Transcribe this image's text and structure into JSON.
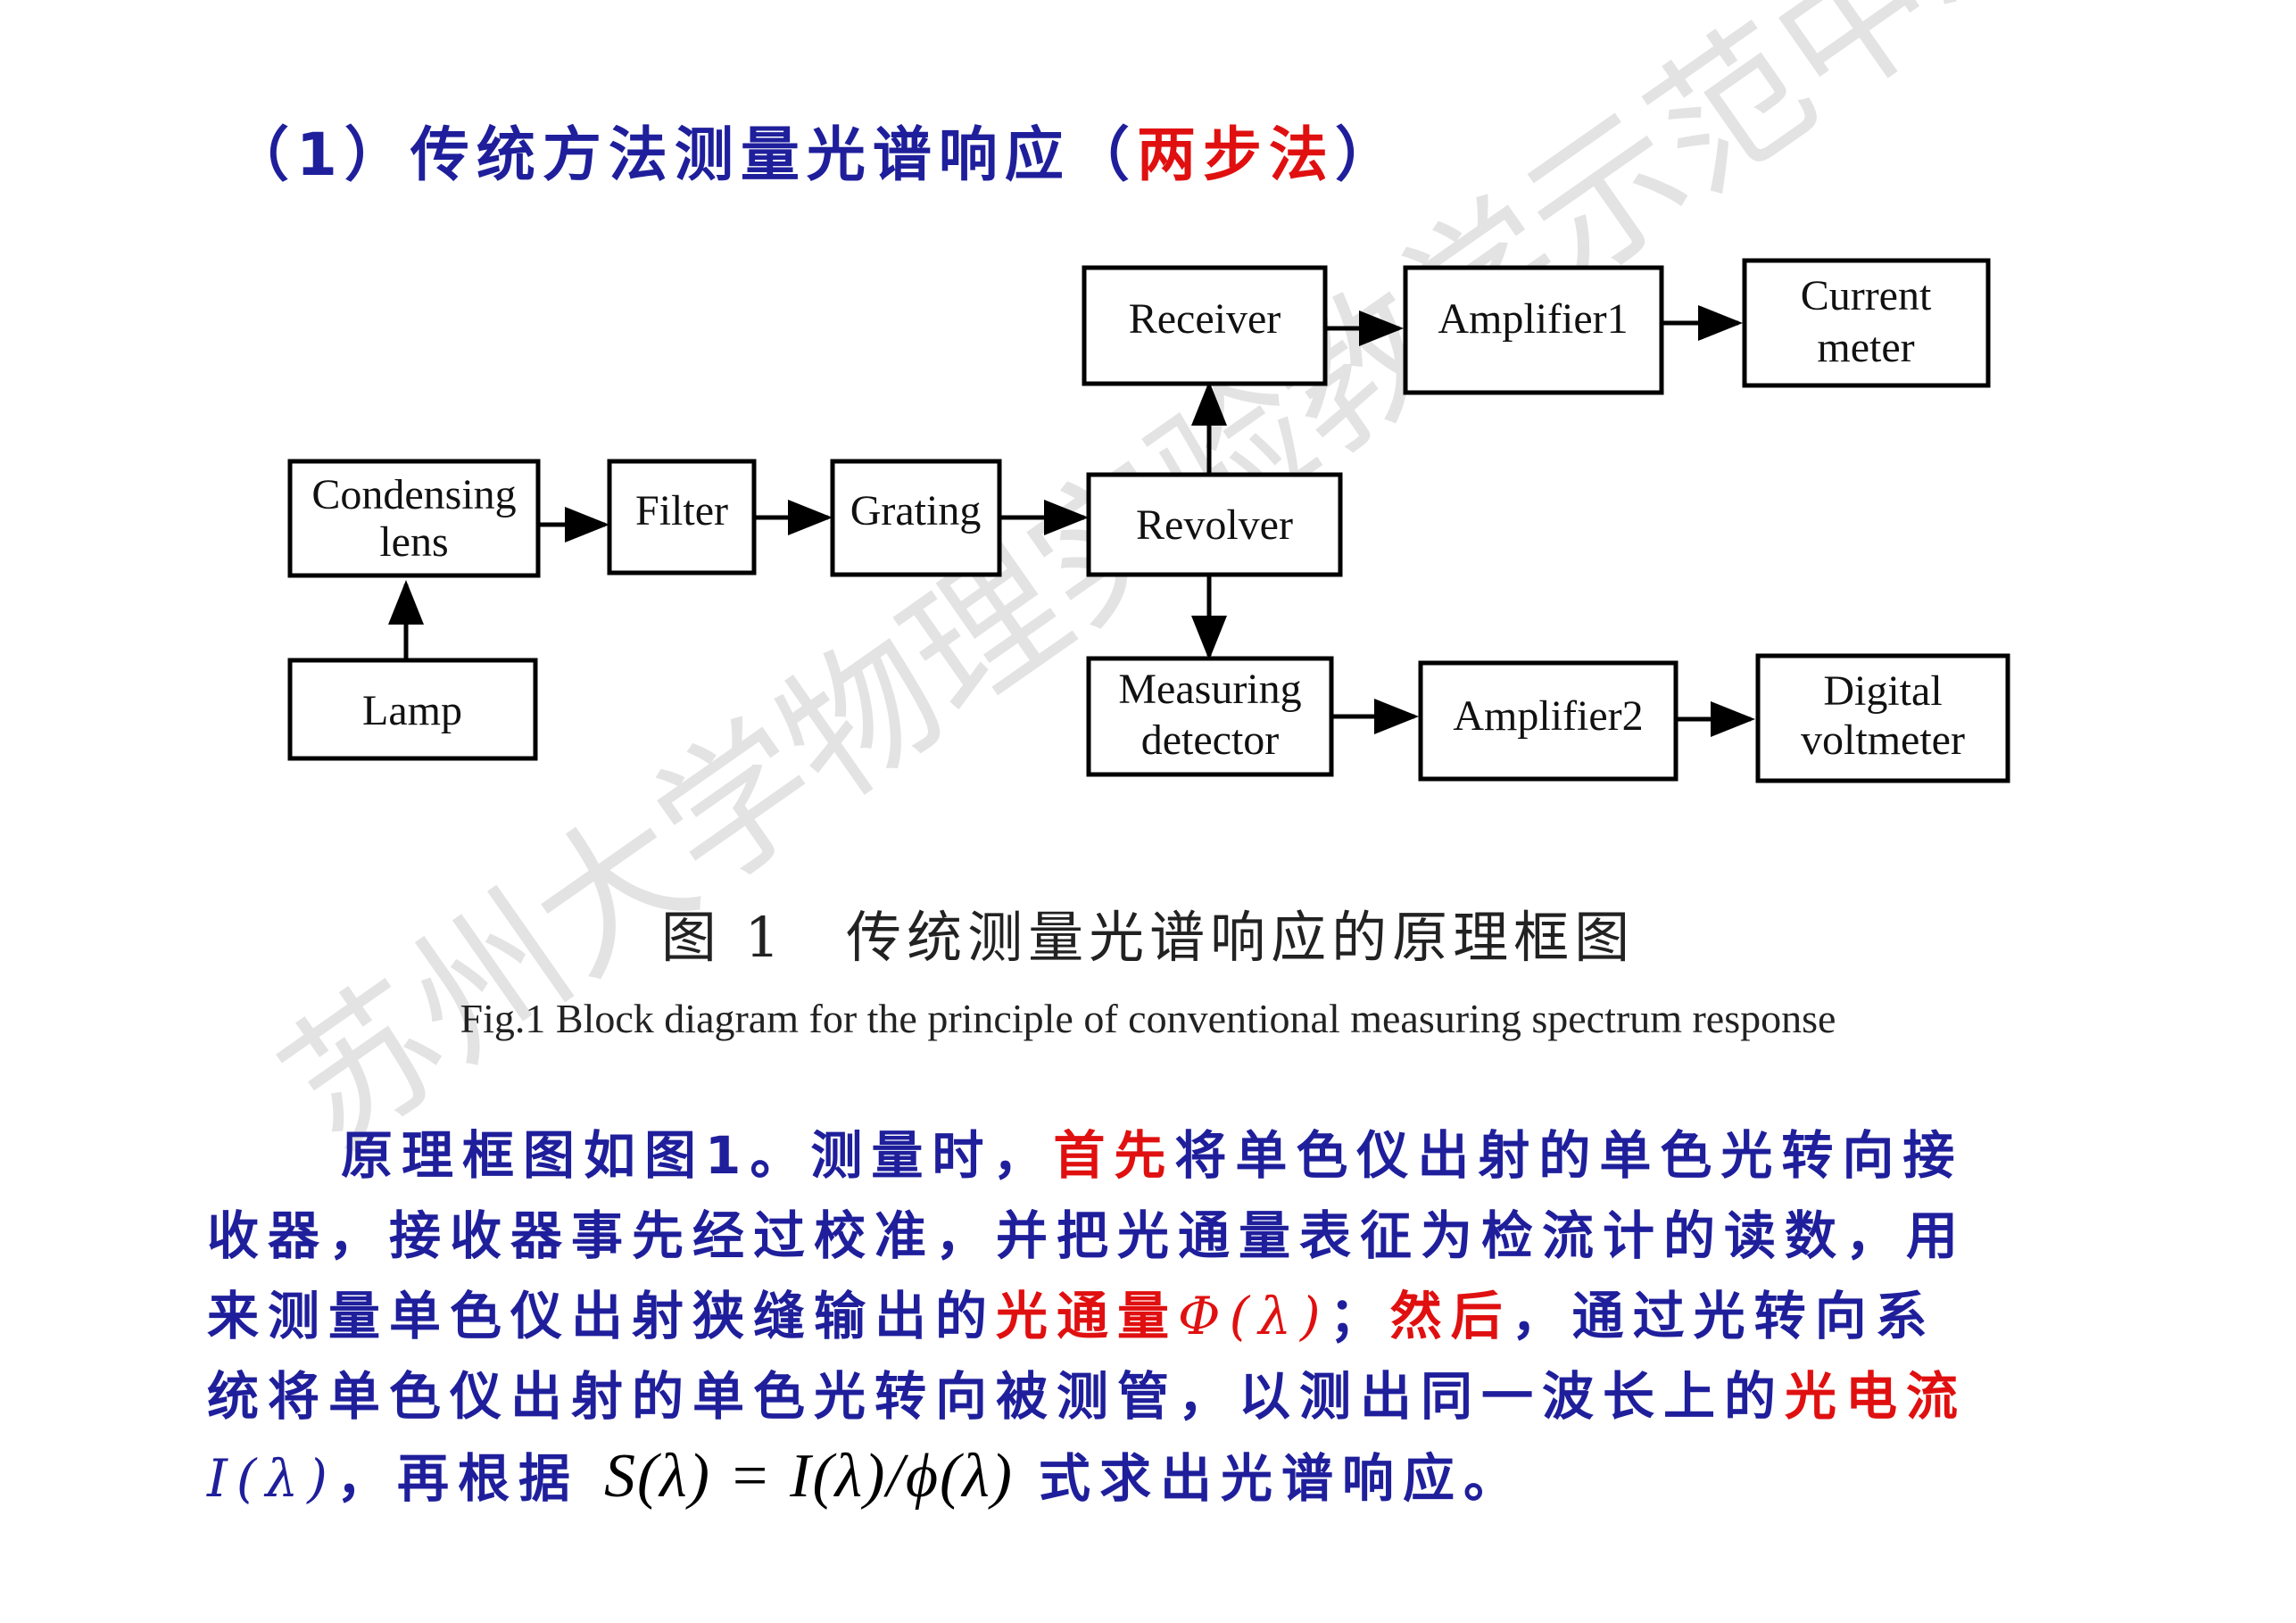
{
  "title": {
    "prefix": "（1）传统方法测量光谱响应（",
    "accent": "两步法",
    "suffix": "）"
  },
  "watermark": "苏州大学物理实验教学示范中心",
  "diagram": {
    "nodes": {
      "lamp": "Lamp",
      "condensing_line1": "Condensing",
      "condensing_line2": "lens",
      "filter": "Filter",
      "grating": "Grating",
      "revolver": "Revolver",
      "receiver": "Receiver",
      "amplifier1": "Amplifier1",
      "current_line1": "Current",
      "current_line2": "meter",
      "measuring_line1": "Measuring",
      "measuring_line2": "detector",
      "amplifier2": "Amplifier2",
      "digital_line1": "Digital",
      "digital_line2": "voltmeter"
    }
  },
  "caption": {
    "cn": "图 1　传统测量光谱响应的原理框图",
    "en": "Fig.1   Block diagram for the principle of conventional measuring spectrum response"
  },
  "paragraph": {
    "l1_a": "原理框图如图1。测量时，",
    "l1_red": "首先",
    "l1_b": "将单色仪出射的单色光转向接",
    "l2": "收器，接收器事先经过校准，并把光通量表征为检流计的读数，用",
    "l3_a": "来测量单色仪出射狭缝输出的",
    "l3_red1": "光通量",
    "l3_sym": "Φ(λ)",
    "l3_b": "；",
    "l3_red2": "然后",
    "l3_c": "，通过光转向系",
    "l4_a": "统将单色仪出射的单色光转向被测管，以测出同一波长上的",
    "l4_red": "光电流",
    "l5_sym": "I(λ)",
    "l5_a": "，再根据",
    "formula": "S(λ) = I(λ)/ϕ(λ)",
    "l5_b": "式求出光谱响应。"
  }
}
